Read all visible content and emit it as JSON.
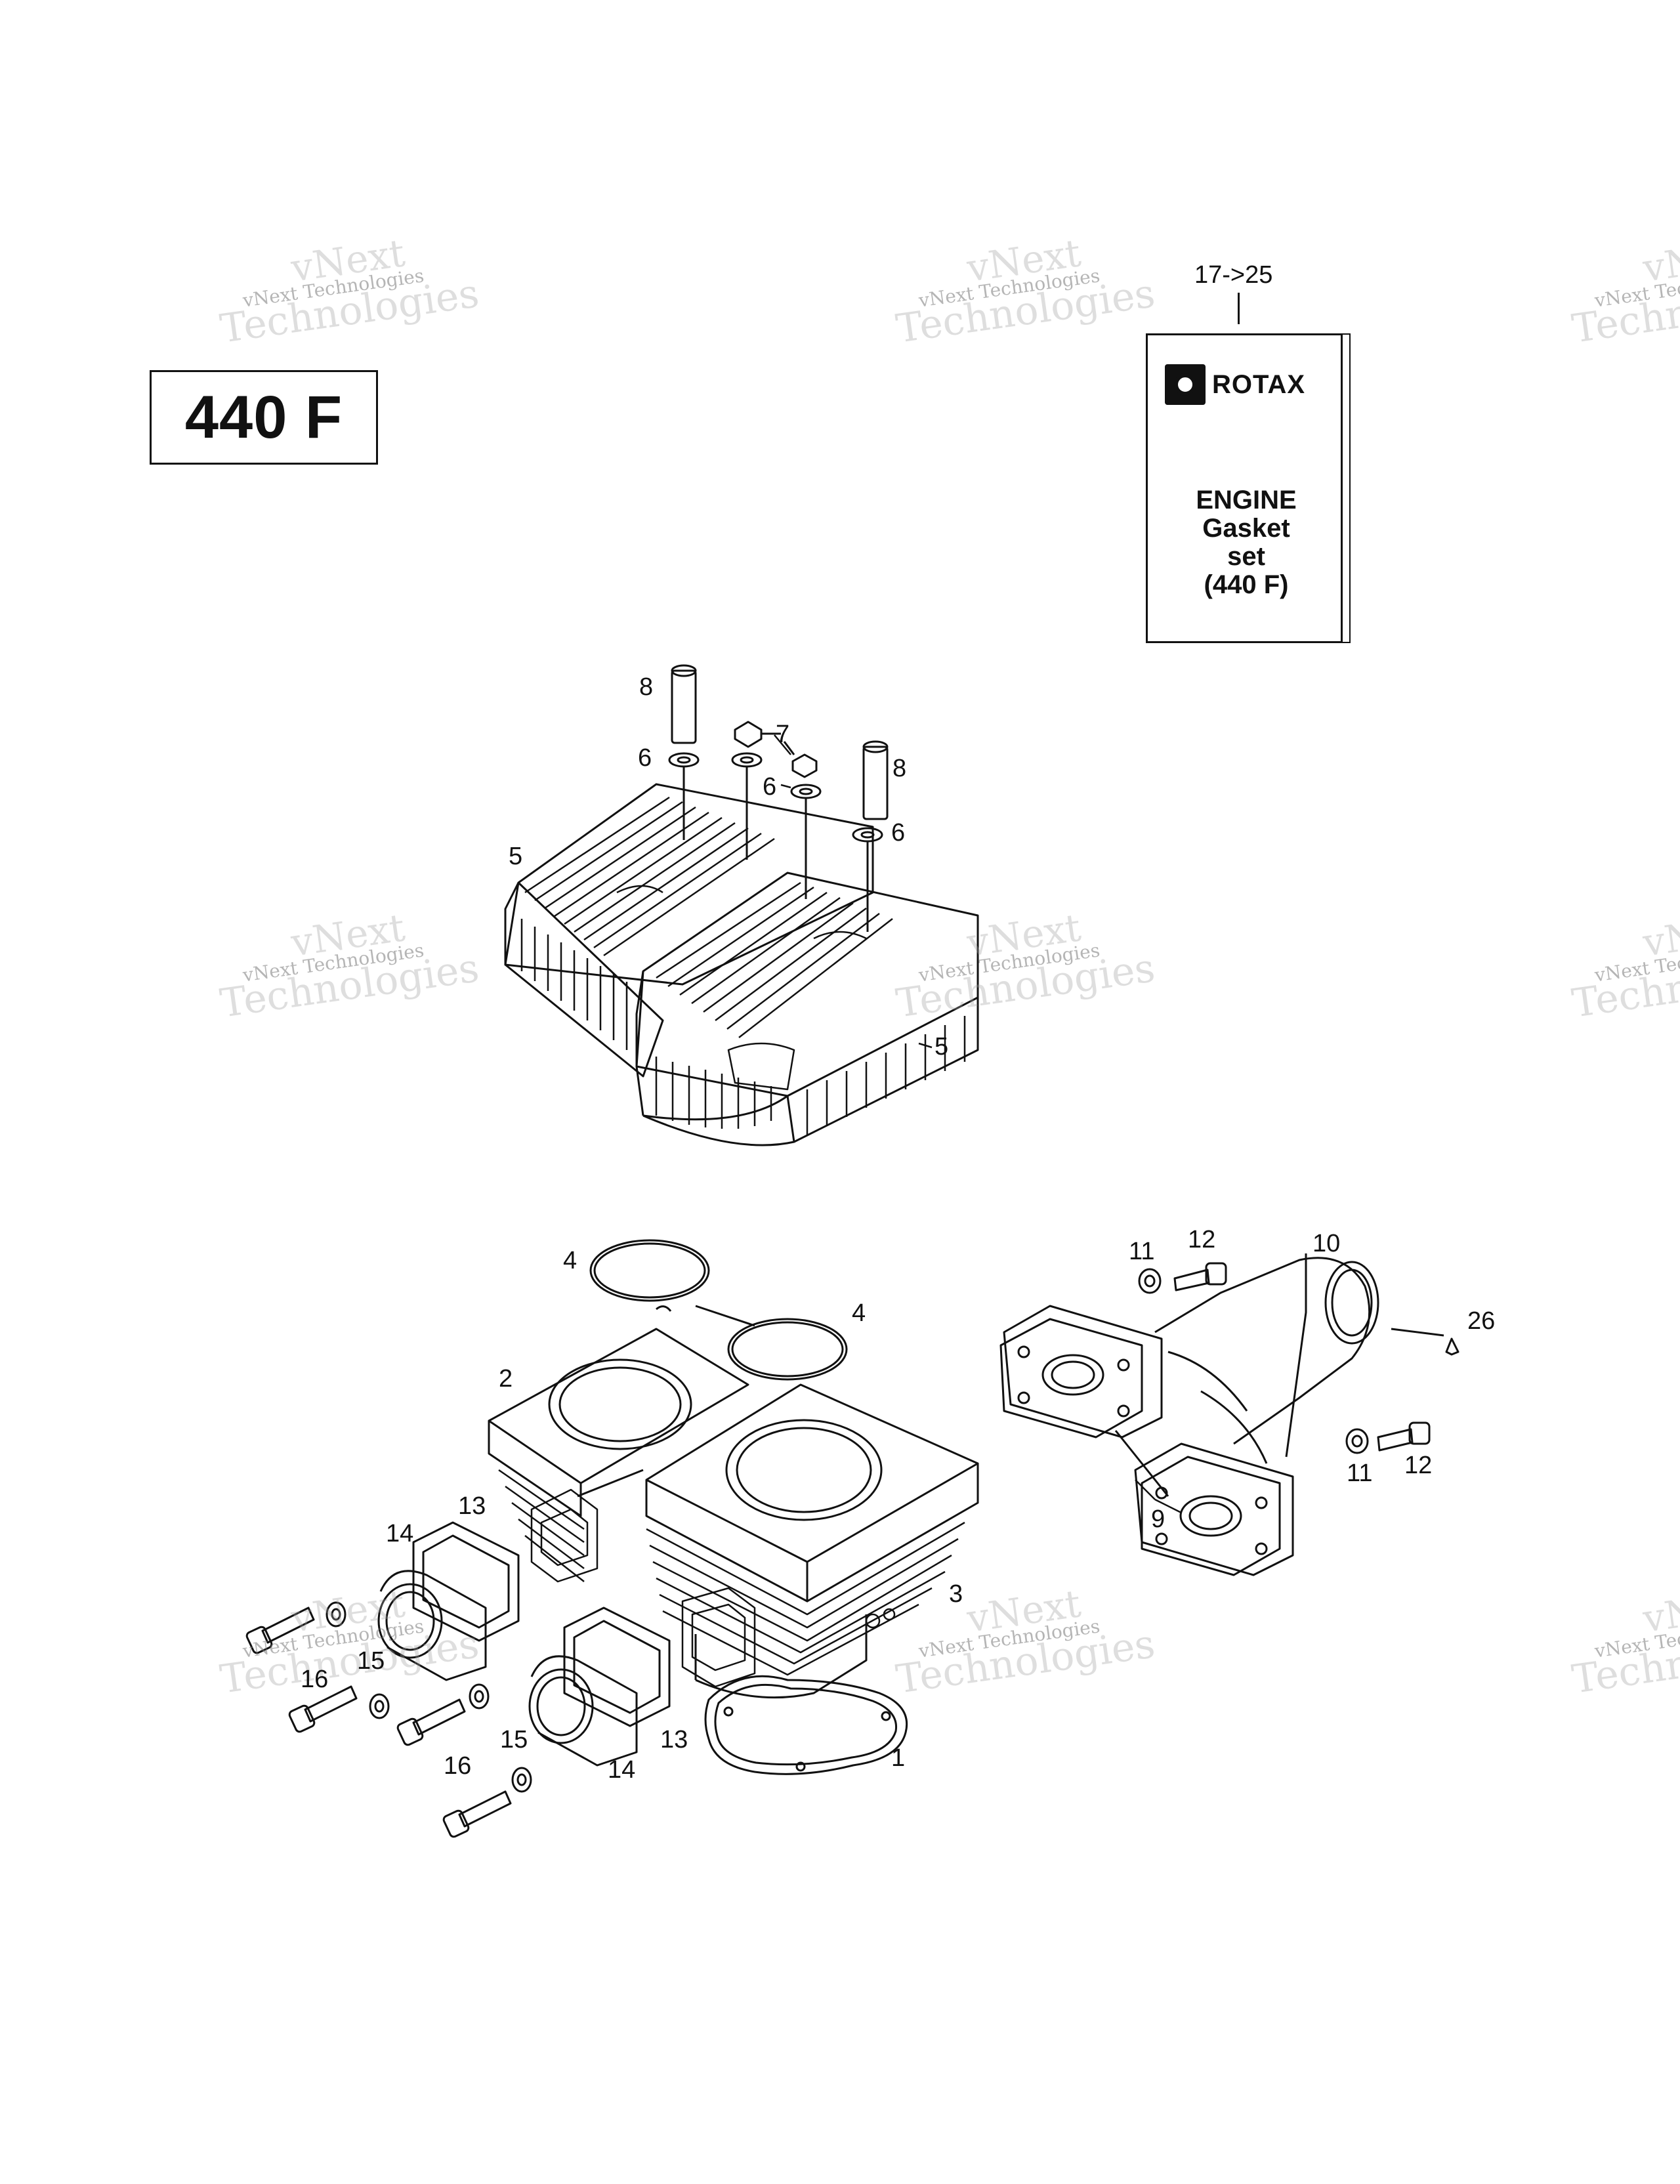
{
  "model": "440 F",
  "kit": {
    "callout": "17->25",
    "brand": "ROTAX",
    "lines": [
      "ENGINE",
      "Gasket",
      "set",
      "(440 F)"
    ]
  },
  "watermark": {
    "line": "vNext Technologies",
    "big": "Technologies",
    "top": "vNext"
  },
  "callouts": {
    "c1": "1",
    "c2": "2",
    "c3": "3",
    "c4a": "4",
    "c4b": "4",
    "c5a": "5",
    "c5b": "5",
    "c6a": "6",
    "c6b": "6",
    "c6c": "6",
    "c7": "7",
    "c8a": "8",
    "c8b": "8",
    "c9": "9",
    "c10": "10",
    "c11a": "11",
    "c11b": "11",
    "c12a": "12",
    "c12b": "12",
    "c13a": "13",
    "c13b": "13",
    "c14a": "14",
    "c14b": "14",
    "c15a": "15",
    "c15b": "15",
    "c16a": "16",
    "c16b": "16",
    "c26": "26"
  }
}
